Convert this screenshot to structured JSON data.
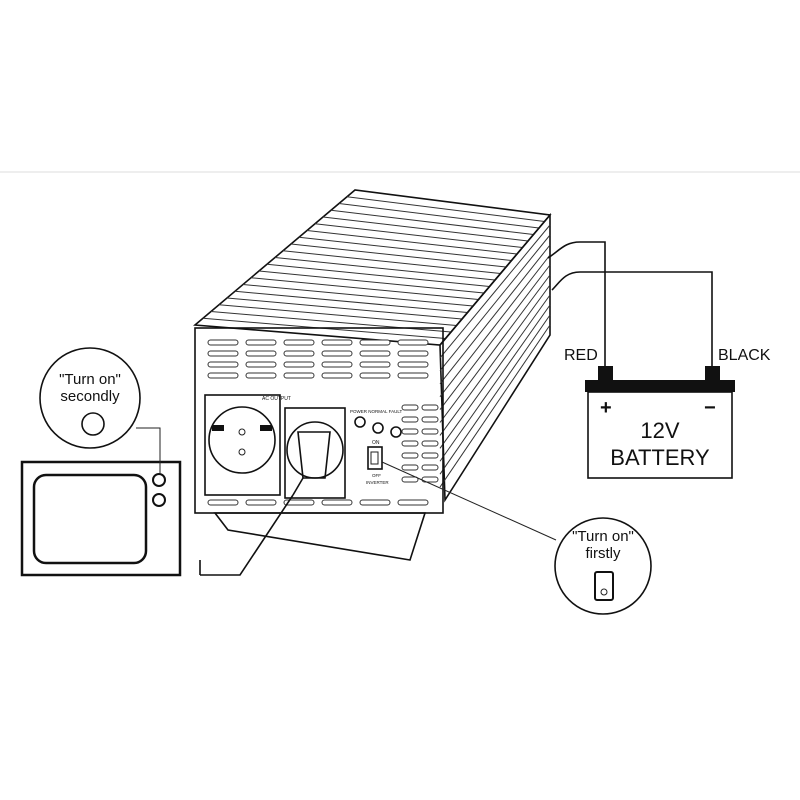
{
  "tv_callout": {
    "line1": "\"Turn on\"",
    "line2": "secondly"
  },
  "switch_callout": {
    "line1": "\"Turn on\"",
    "line2": "firstly"
  },
  "battery": {
    "plus": "+",
    "minus": "−",
    "voltage": "12V",
    "label": "BATTERY"
  },
  "wires": {
    "red_label": "RED",
    "black_label": "BLACK"
  },
  "inverter": {
    "ac_output_label": "AC OUTPUT",
    "indicator_label": "POWER NORMAL FAULT",
    "switch_on": "ON",
    "switch_off": "OFF",
    "switch_mode": "INVERTER"
  },
  "colors": {
    "line": "#111111",
    "background": "#ffffff"
  }
}
